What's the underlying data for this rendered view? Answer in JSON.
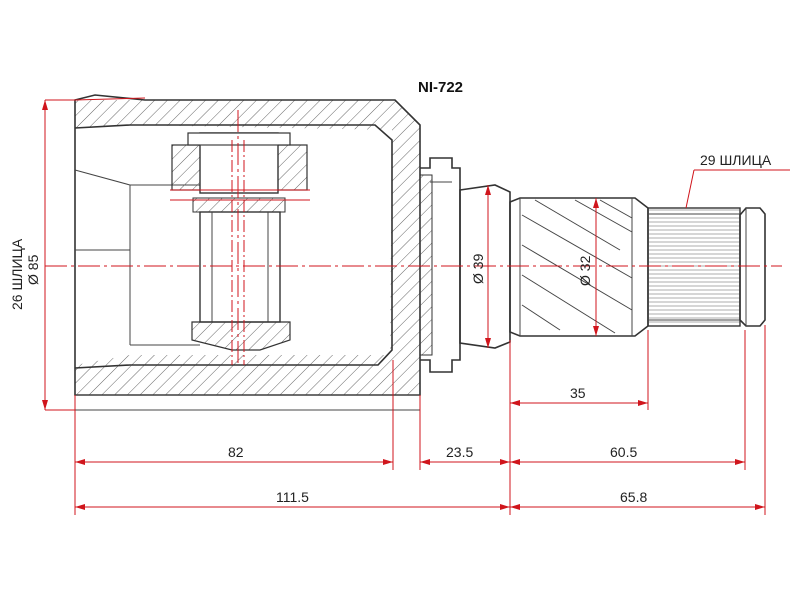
{
  "title": "NI-722",
  "callouts": {
    "outer_spline": "26 ШЛИЦА",
    "outer_diameter": "Ø 85",
    "inner_spline": "29 ШЛИЦА",
    "diameter_39": "Ø 39",
    "diameter_32": "Ø 32"
  },
  "dimensions": {
    "d_35": "35",
    "d_82": "82",
    "d_23_5": "23.5",
    "d_60_5": "60.5",
    "d_111_5": "111.5",
    "d_65_8": "65.8"
  },
  "colors": {
    "dimension_lines": "#d0151c",
    "outline": "#333333"
  }
}
